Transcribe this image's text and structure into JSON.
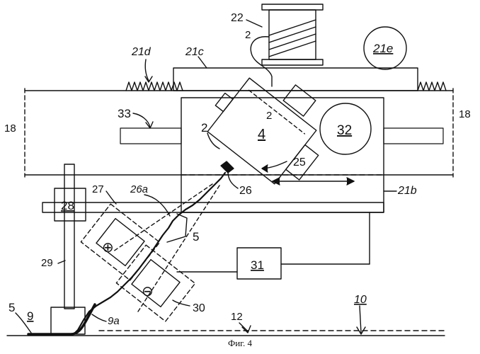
{
  "caption": "Фиг. 4",
  "labels": {
    "l22": "22",
    "l2_top": "2",
    "l21d": "21d",
    "l21c": "21c",
    "l21e": "21e",
    "l18_left": "18",
    "l18_right": "18",
    "l33": "33",
    "l2_a": "2",
    "l2_b": "2",
    "l4": "4",
    "l32": "32",
    "l25": "25",
    "l26": "26",
    "l26a": "26a",
    "l27": "27",
    "l21b": "21b",
    "l28": "28",
    "l5_a": "5",
    "l5_b": "5",
    "l29": "29",
    "l31": "31",
    "l30": "30",
    "l9": "9",
    "l9a": "9a",
    "l12": "12",
    "l10": "10",
    "plus_symbol": "⊕",
    "minus_symbol": "⊖"
  }
}
